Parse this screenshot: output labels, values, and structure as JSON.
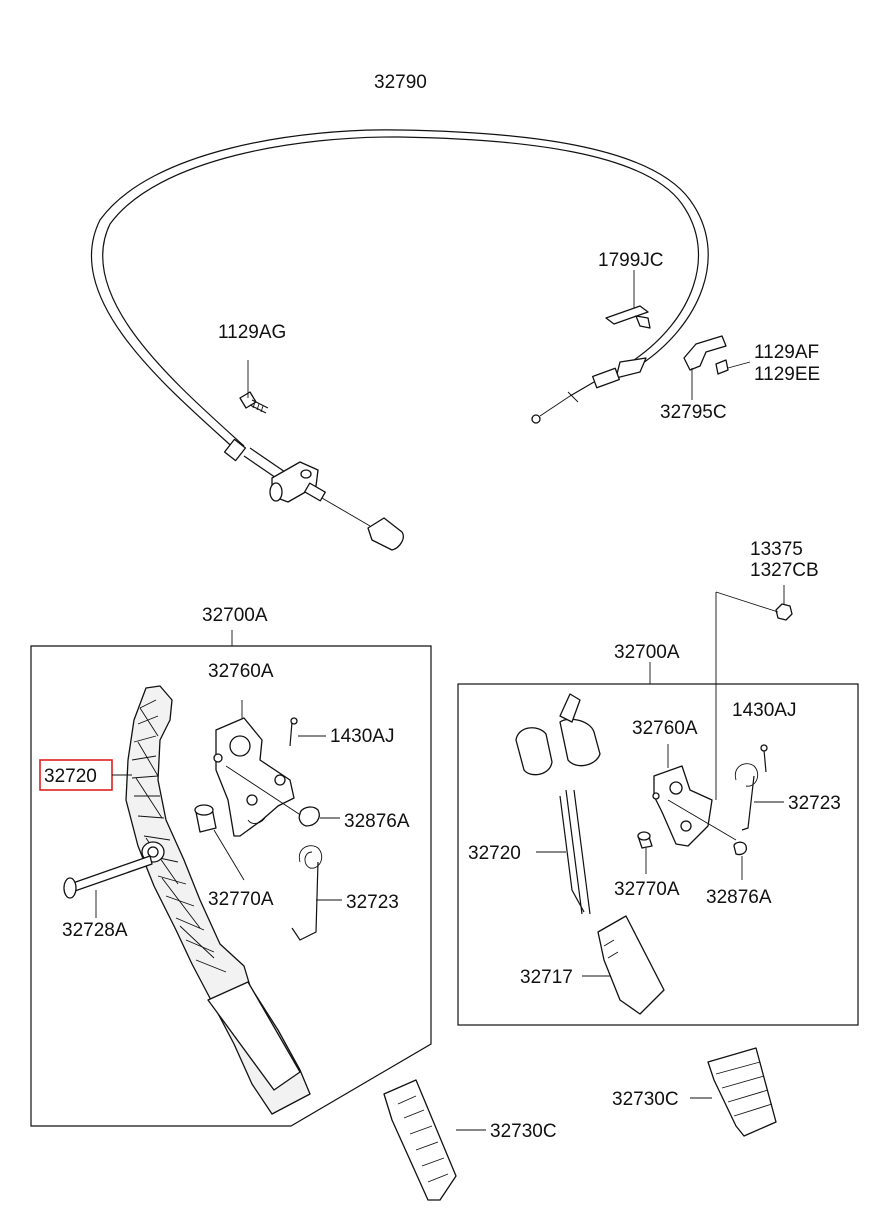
{
  "labels": {
    "cable": "32790",
    "bolt_left": "1129AG",
    "clip": "1799JC",
    "bolt_right_1": "1129AF",
    "bolt_right_2": "1129EE",
    "bracket": "32795C",
    "nut_1": "13375",
    "nut_2": "1327CB",
    "assy_left": "32700A",
    "assy_right": "32700A",
    "pedal_arm_left": "32720",
    "pedal_arm_right": "32720",
    "bracket_left": "32760A",
    "bracket_right": "32760A",
    "pin_left": "1430AJ",
    "pin_right": "1430AJ",
    "stopper_left": "32876A",
    "stopper_right": "32876A",
    "bushing_left": "32770A",
    "bushing_right": "32770A",
    "spring_left": "32723",
    "spring_right": "32723",
    "shaft": "32728A",
    "pad_right": "32717",
    "cover_left": "32730C",
    "cover_right": "32730C"
  },
  "highlight": {
    "part": "32720",
    "color": "#e02020"
  }
}
